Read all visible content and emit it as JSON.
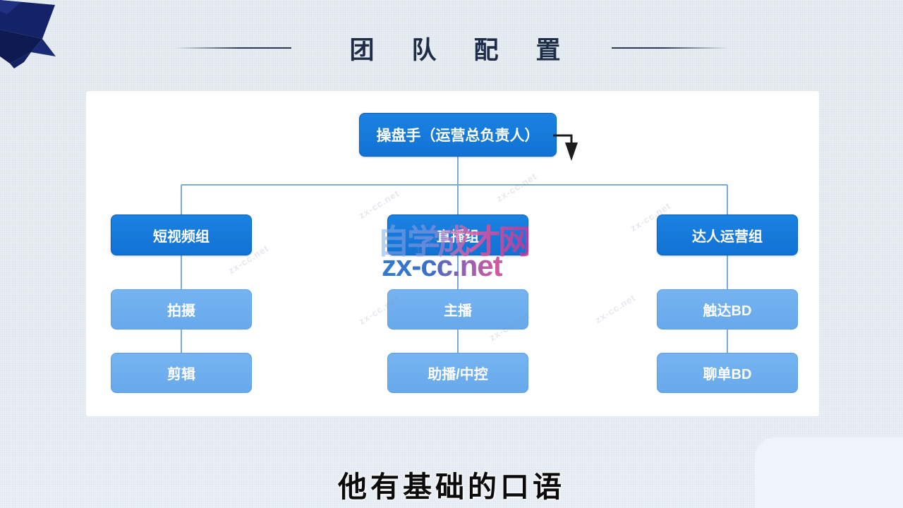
{
  "slide": {
    "title": "团队配置",
    "subtitle": "他有基础的口语"
  },
  "org_chart": {
    "root_label": "操盘手（运营总负责人）",
    "columns": [
      {
        "group_label": "短视频组",
        "children": [
          "拍摄",
          "剪辑"
        ]
      },
      {
        "group_label": "直播组",
        "children": [
          "主播",
          "助播/中控"
        ]
      },
      {
        "group_label": "达人运营组",
        "children": [
          "触达BD",
          "聊单BD"
        ]
      }
    ]
  },
  "watermark": {
    "site_name": "自学成才网",
    "site_url": "zx-cc.net",
    "tiled_text": "zx-cc.net"
  },
  "colors": {
    "primary_box": "#1277d8",
    "secondary_box": "#6caeee",
    "connector": "#79acd8",
    "title_text": "#1d2c47",
    "ribbon_navy": "#15246b",
    "watermark_pink": "#d8589d",
    "watermark_blue": "#2e7cd2",
    "card_background": "#ffffff",
    "page_background": "#e9eef3"
  }
}
